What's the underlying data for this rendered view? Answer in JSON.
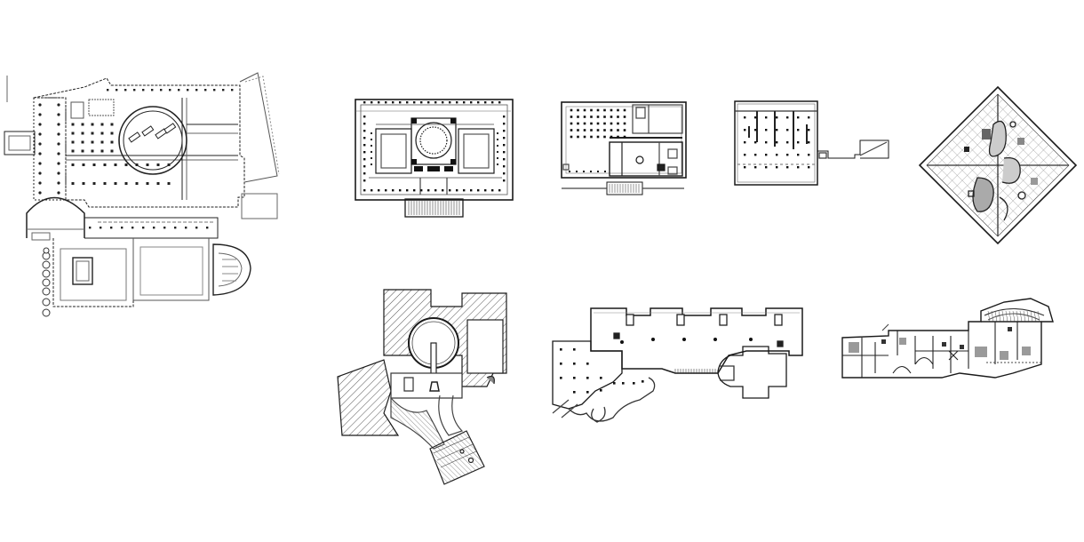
{
  "sheet": {
    "background": "#ffffff",
    "line_color": "#1a1a1a",
    "light_line_color": "#6e6e6e",
    "hatch_color": "#555555",
    "fill_grey": "#9a9a9a"
  },
  "plans": [
    {
      "id": "plan-complex-left",
      "kind": "floor-plan"
    },
    {
      "id": "plan-domed-court",
      "kind": "floor-plan"
    },
    {
      "id": "plan-column-grid",
      "kind": "floor-plan"
    },
    {
      "id": "plan-long-hall",
      "kind": "floor-plan"
    },
    {
      "id": "plan-diamond",
      "kind": "floor-plan"
    },
    {
      "id": "plan-hatched-rotunda",
      "kind": "floor-plan"
    },
    {
      "id": "plan-curved-wing",
      "kind": "floor-plan"
    },
    {
      "id": "plan-linear-block",
      "kind": "floor-plan"
    }
  ]
}
